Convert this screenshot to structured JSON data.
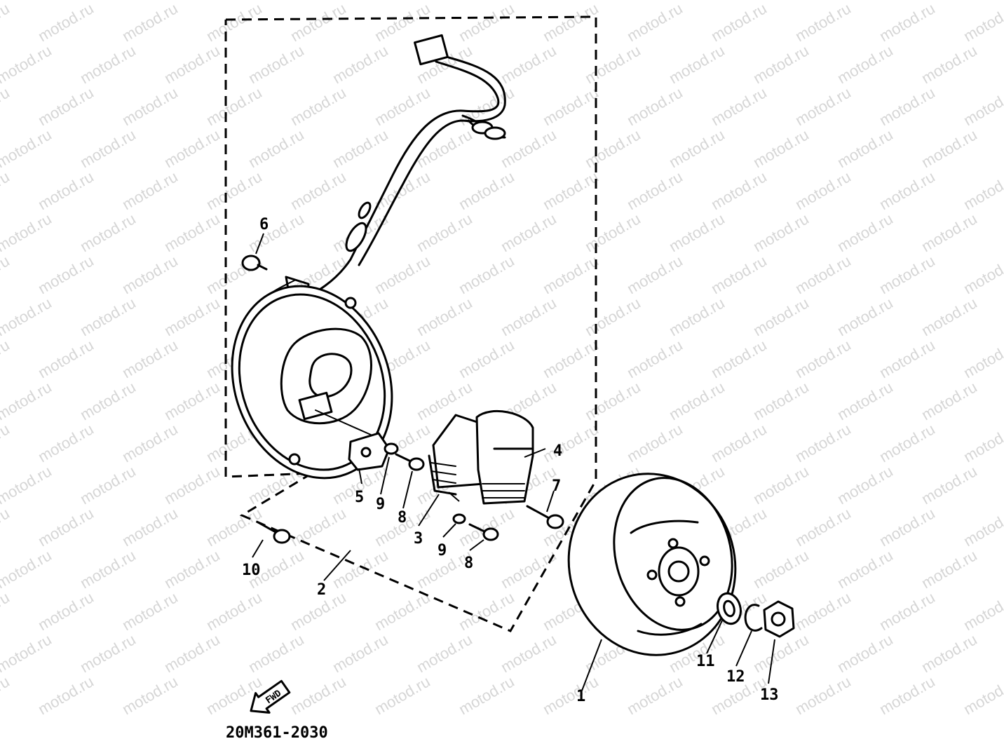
{
  "diagram": {
    "drawing_code": "20M361-2030",
    "watermark_text": "motod.ru",
    "direction_badge": "FWD",
    "parts": [
      {
        "id": "p1",
        "label": "1"
      },
      {
        "id": "p2",
        "label": "2"
      },
      {
        "id": "p3",
        "label": "3"
      },
      {
        "id": "p4",
        "label": "4"
      },
      {
        "id": "p5",
        "label": "5"
      },
      {
        "id": "p6",
        "label": "6"
      },
      {
        "id": "p7",
        "label": "7"
      },
      {
        "id": "p8a",
        "label": "8"
      },
      {
        "id": "p8b",
        "label": "8"
      },
      {
        "id": "p9a",
        "label": "9"
      },
      {
        "id": "p9b",
        "label": "9"
      },
      {
        "id": "p10",
        "label": "10"
      },
      {
        "id": "p11",
        "label": "11"
      },
      {
        "id": "p12",
        "label": "12"
      },
      {
        "id": "p13",
        "label": "13"
      }
    ]
  }
}
